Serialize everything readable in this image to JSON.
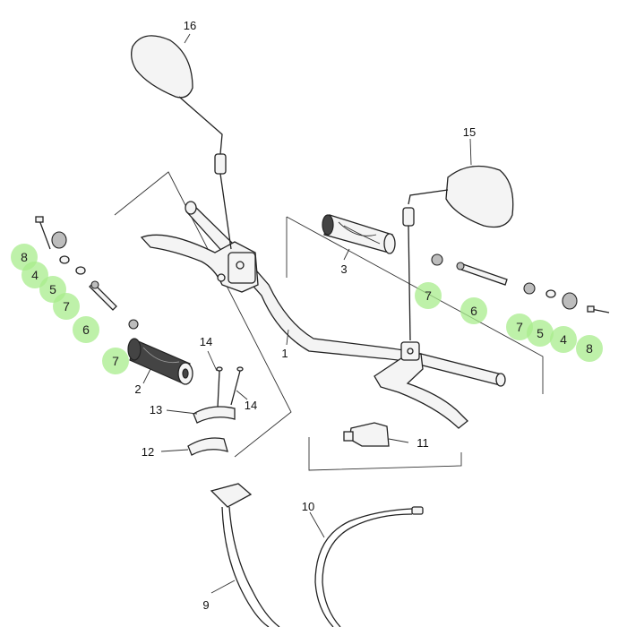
{
  "callouts": {
    "c1": "1",
    "c2": "2",
    "c3": "3",
    "c9": "9",
    "c10": "10",
    "c11": "11",
    "c12": "12",
    "c13": "13",
    "c14a": "14",
    "c14b": "14",
    "c15": "15",
    "c16": "16"
  },
  "highlighted": {
    "left": [
      "8",
      "4",
      "5",
      "7",
      "6",
      "7"
    ],
    "right": [
      "7",
      "6",
      "7",
      "5",
      "4",
      "8"
    ]
  },
  "colors": {
    "highlight": "#a8ec8c",
    "line": "#222222"
  }
}
